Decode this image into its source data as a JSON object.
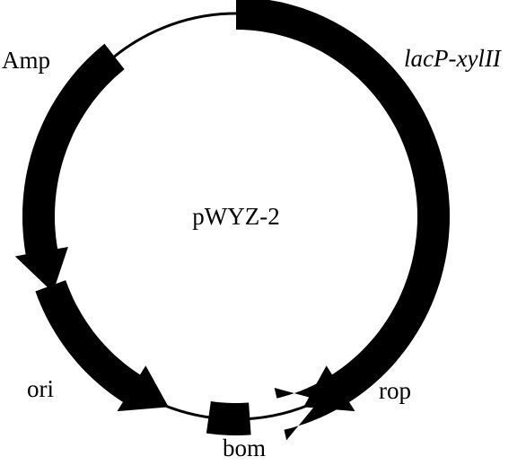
{
  "plasmid": {
    "name": "pWYZ-2",
    "features": [
      {
        "id": "lacP-xylII",
        "label": "lacP-xylII",
        "italic": true,
        "kind": "arrow-cw"
      },
      {
        "id": "rop",
        "label": "rop",
        "italic": false,
        "kind": "arrow-ccw"
      },
      {
        "id": "bom",
        "label": "bom",
        "italic": false,
        "kind": "block"
      },
      {
        "id": "ori",
        "label": "ori",
        "italic": false,
        "kind": "arrow-cw"
      },
      {
        "id": "Amp",
        "label": "Amp",
        "italic": false,
        "kind": "arrow-ccw"
      }
    ]
  },
  "colors": {
    "ink": "#000000",
    "background": "#ffffff"
  }
}
